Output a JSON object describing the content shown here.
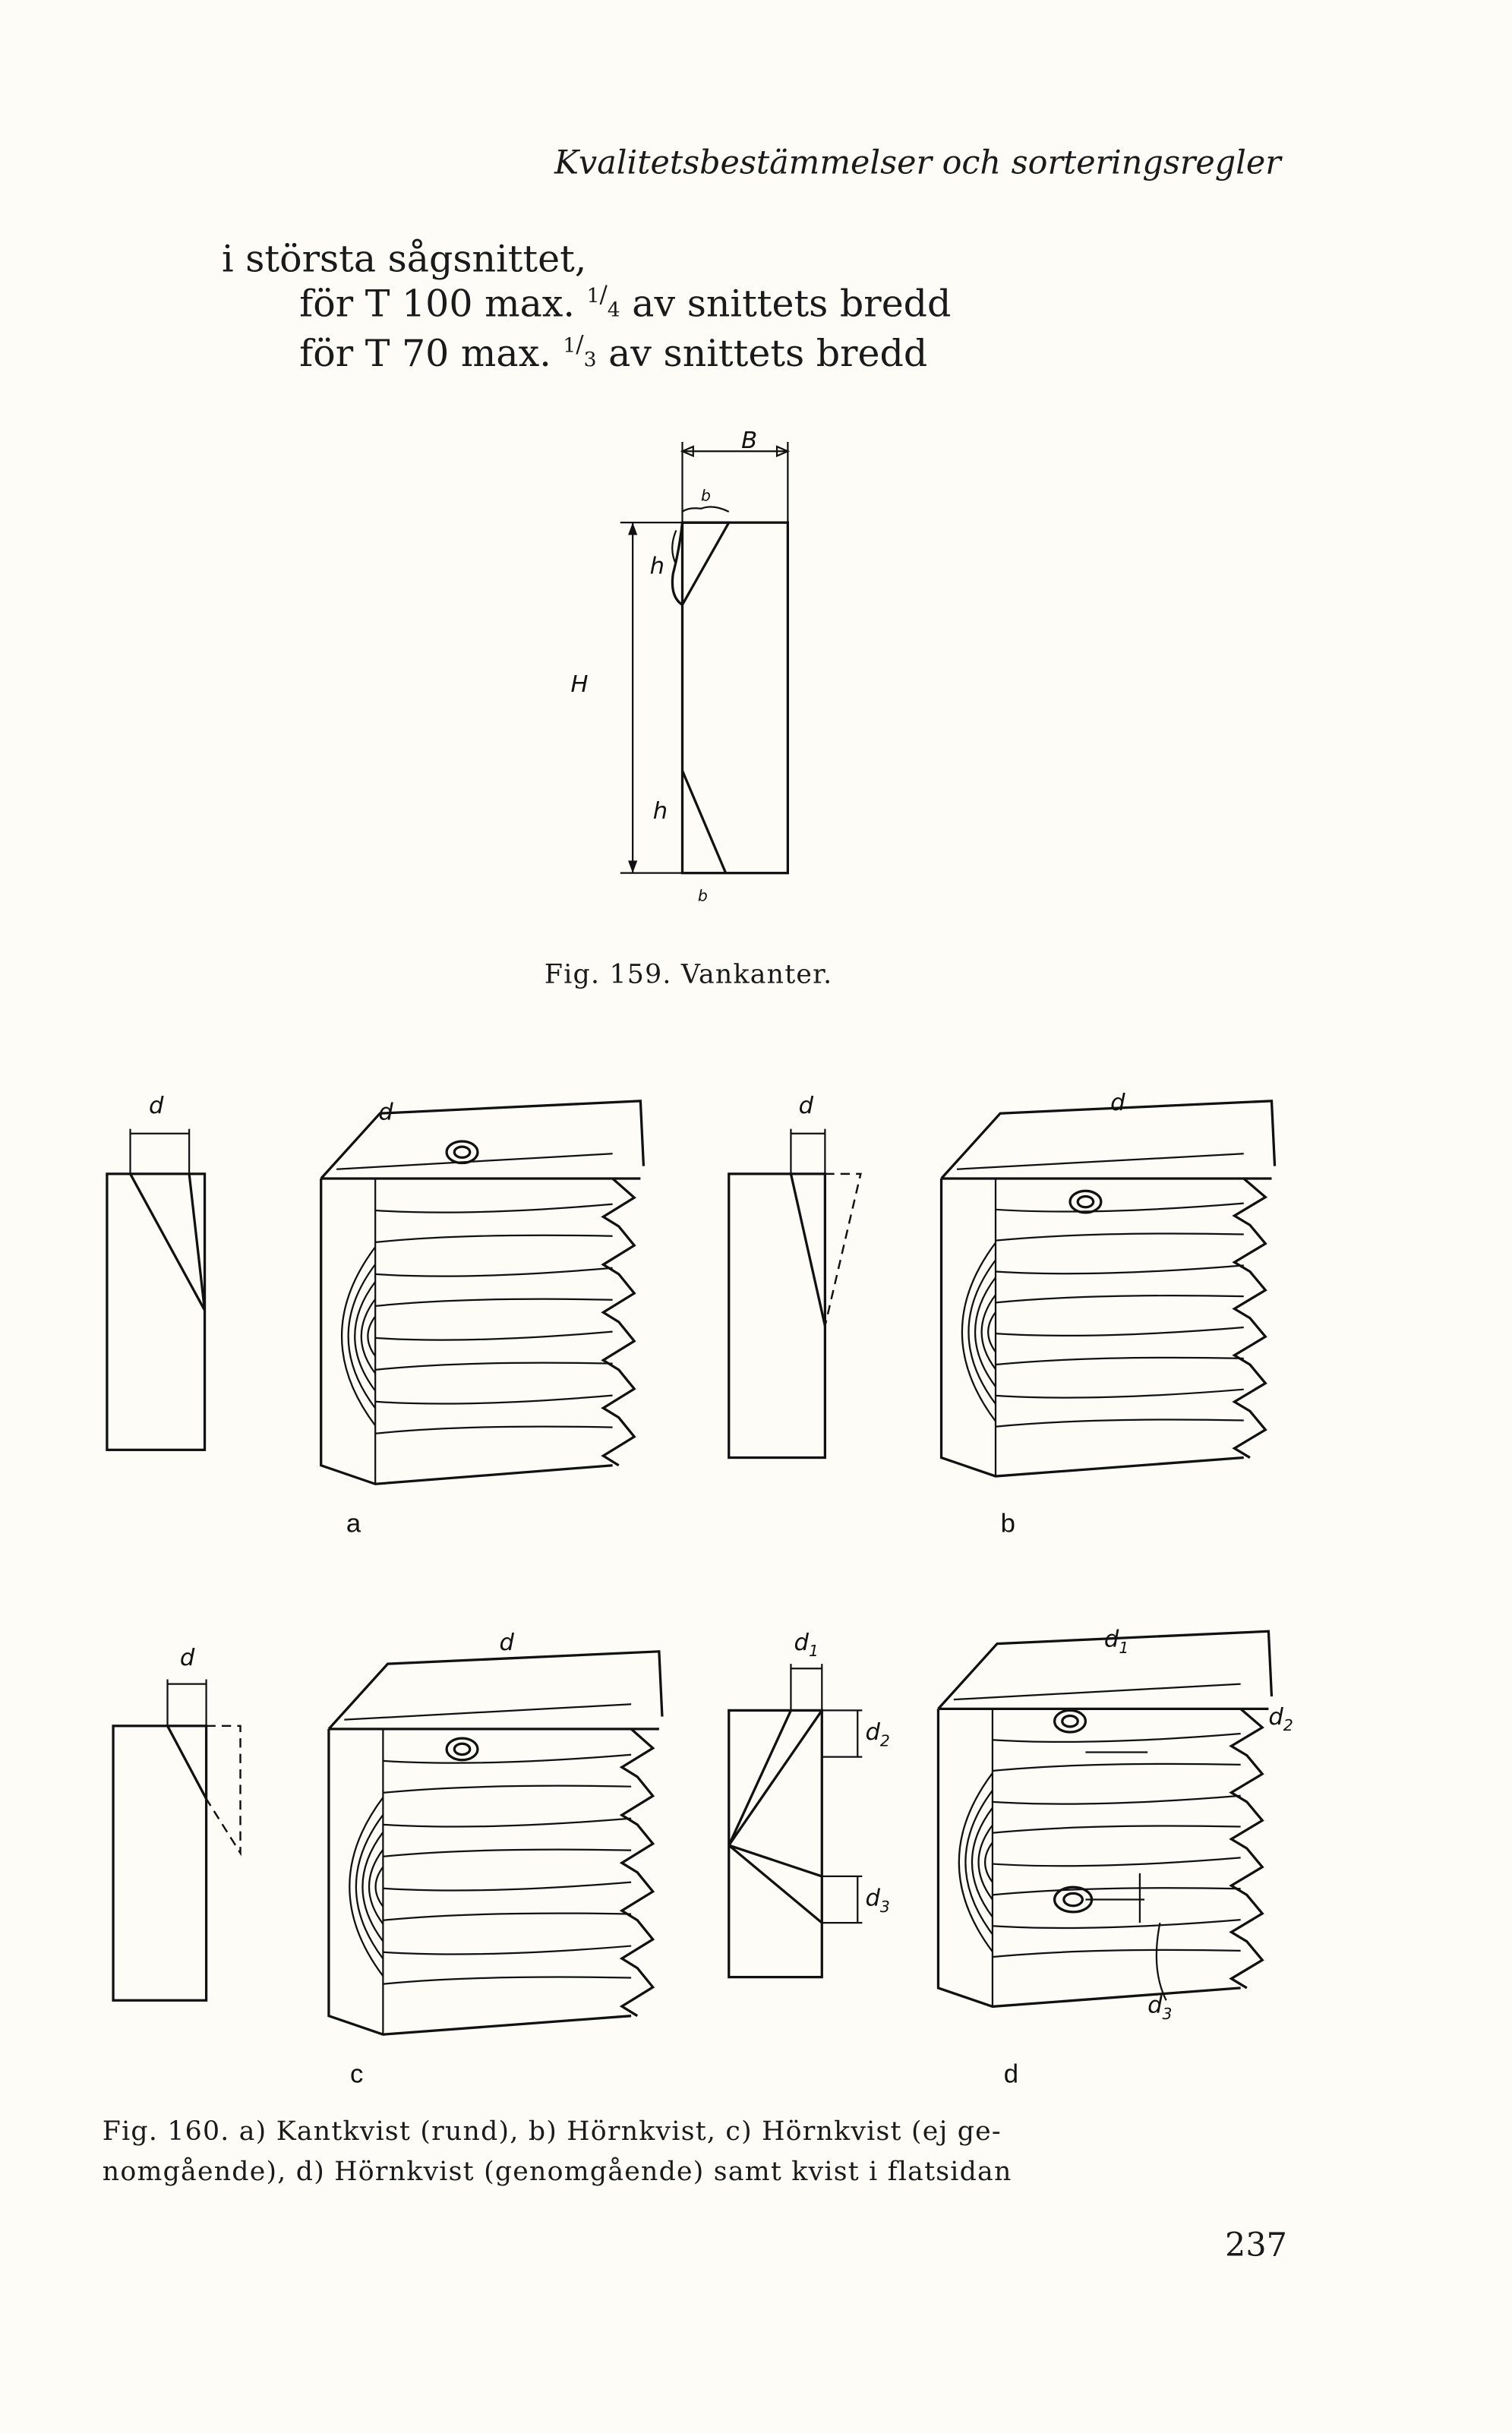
{
  "header": {
    "running_title": "Kvalitetsbestämmelser och sorteringsregler"
  },
  "body_text": {
    "line1": "i största sågsnittet,",
    "line2": {
      "prefix": "för T 100 max. ",
      "fraction_num": "1",
      "fraction_den": "4",
      "suffix": " av snittets bredd"
    },
    "line3": {
      "prefix": "för T 70 max. ",
      "fraction_num": "1",
      "fraction_den": "3",
      "suffix": " av snittets bredd"
    }
  },
  "fig159": {
    "labels": {
      "B": "B",
      "b_top": "b",
      "h_top": "h",
      "H": "H",
      "h_bottom": "h",
      "b_bottom": "b"
    },
    "caption": "Fig. 159. Vankanter."
  },
  "fig160": {
    "panel_letters": {
      "a": "a",
      "b": "b",
      "c": "c",
      "d": "d"
    },
    "labels": {
      "a_section": "d",
      "a_block": "d",
      "b_section": "d",
      "b_block": "d",
      "c_section": "d",
      "c_block": "d",
      "d_section_d1": {
        "base": "d",
        "sub": "1"
      },
      "d_section_d2": {
        "base": "d",
        "sub": "2"
      },
      "d_section_d3": {
        "base": "d",
        "sub": "3"
      },
      "d_block_d1": {
        "base": "d",
        "sub": "1"
      },
      "d_block_d2": {
        "base": "d",
        "sub": "2"
      },
      "d_block_d3": {
        "base": "d",
        "sub": "3"
      }
    },
    "caption_line1": "Fig. 160. a) Kantkvist (rund), b) Hörnkvist, c) Hörnkvist (ej ge-",
    "caption_line2": "nomgående), d) Hörnkvist (genomgående) samt kvist i flatsidan"
  },
  "page_number": "237"
}
